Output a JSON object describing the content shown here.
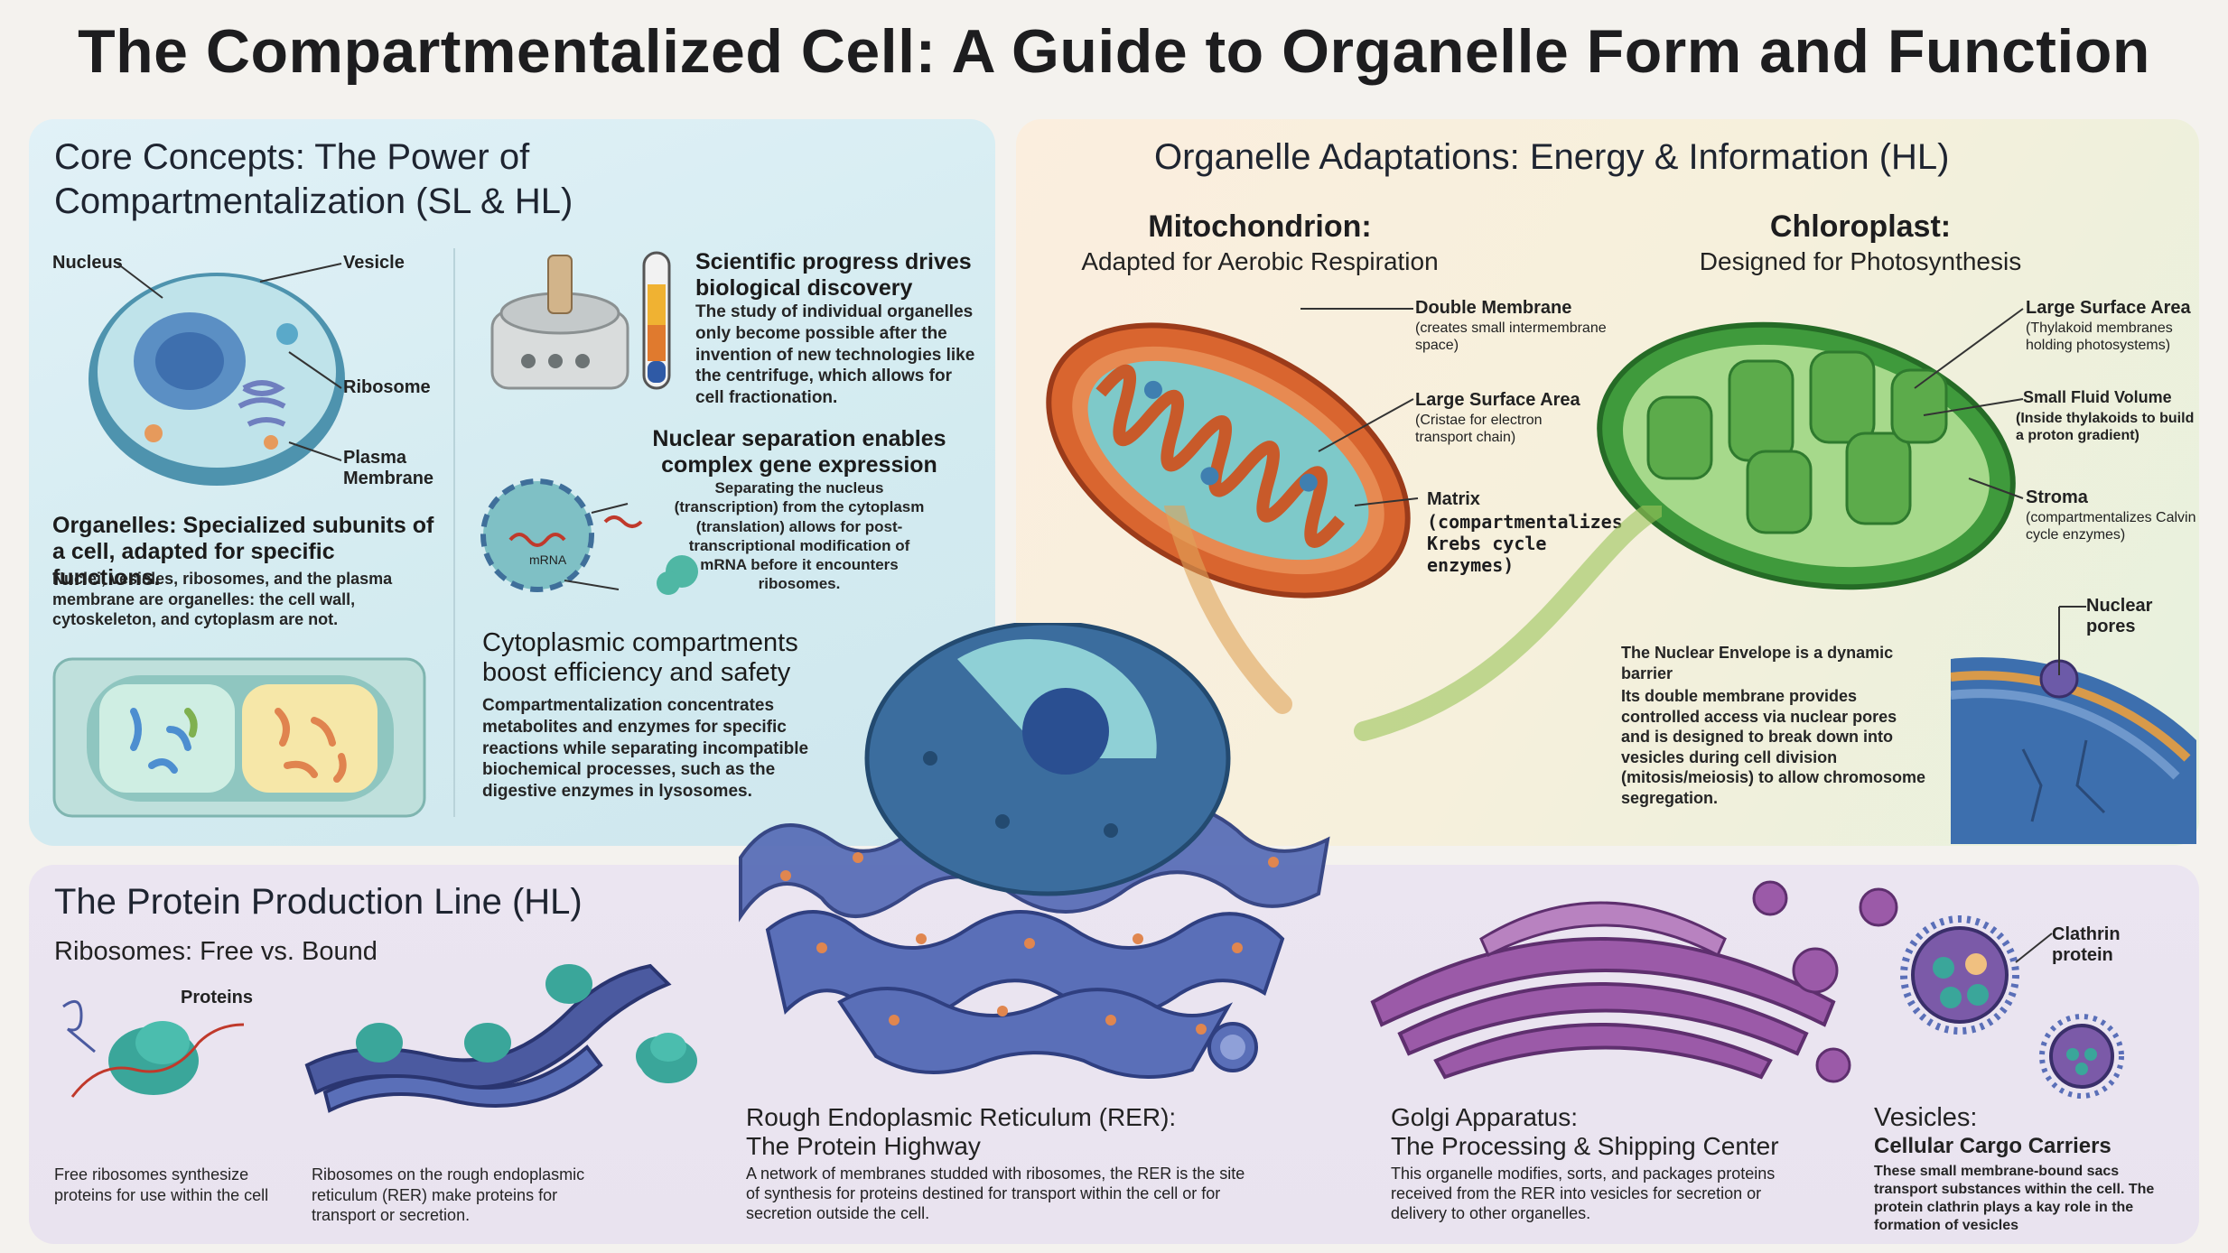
{
  "title": "The Compartmentalized Cell: A Guide to Organelle Form and Function",
  "core": {
    "heading": "Core Concepts: The Power of Compartmentalization (SL & HL)",
    "cell_labels": {
      "nucleus": "Nucleus",
      "vesicle": "Vesicle",
      "ribosome": "Ribosome",
      "plasma_membrane": "Plasma Membrane"
    },
    "organelles_title": "Organelles: Specialized subunits of a cell, adapted for specific functions.",
    "organelles_text": "Nuclei, vesicles, ribosomes, and the plasma membrane are organelles: the cell wall, cytoskeleton, and cytoplasm are not.",
    "progress_title": "Scientific progress drives biological discovery",
    "progress_text": "The study of individual organelles only become possible after the invention of new technologies like the centrifuge, which allows for cell fractionation.",
    "nuclear_title": "Nuclear separation enables complex gene expression",
    "nuclear_text": "Separating the nucleus (transcription) from the cytoplasm (translation) allows for post-transcriptional modification of mRNA before it encounters ribosomes.",
    "mrna_label": "mRNA",
    "cyto_title": "Cytoplasmic compartments boost efficiency and safety",
    "cyto_text": "Compartmentalization concentrates metabolites and enzymes for specific reactions while separating incompatible biochemical processes, such as the digestive enzymes in lysosomes."
  },
  "adapt": {
    "heading": "Organelle Adaptations: Energy & Information (HL)",
    "mito_title": "Mitochondrion:",
    "mito_sub": "Adapted for Aerobic Respiration",
    "mito_labels": [
      {
        "title": "Double Membrane",
        "desc": "(creates small intermembrane space)"
      },
      {
        "title": "Large Surface Area",
        "desc": "(Cristae for electron transport chain)"
      },
      {
        "title": "Matrix",
        "desc": "(compartmentalizes Krebs cycle enzymes)"
      }
    ],
    "chloro_title": "Chloroplast:",
    "chloro_sub": "Designed for Photosynthesis",
    "chloro_labels": [
      {
        "title": "Large Surface Area",
        "desc": "(Thylakoid membranes holding photosystems)"
      },
      {
        "title": "Small Fluid Volume",
        "desc": "(Inside thylakoids to build a proton gradient)"
      },
      {
        "title": "Stroma",
        "desc": "(compartmentalizes Calvin cycle enzymes)"
      }
    ],
    "nuclear_pores": "Nuclear pores",
    "envelope_title": "The Nuclear Envelope is a dynamic barrier",
    "envelope_text": "Its double membrane provides controlled access via nuclear pores and is designed to break down into vesicles during cell division (mitosis/meiosis) to allow chromosome segregation."
  },
  "protein": {
    "heading": "The Protein Production Line (HL)",
    "ribo_heading": "Ribosomes: Free vs. Bound",
    "proteins_label": "Proteins",
    "free_text": "Free ribosomes synthesize proteins for use within the cell",
    "bound_text": "Ribosomes on the rough endoplasmic reticulum (RER) make proteins for transport or secretion.",
    "rer_title": "Rough Endoplasmic Reticulum (RER):",
    "rer_sub": "The Protein Highway",
    "rer_text": "A network of membranes studded with ribosomes, the RER is the site of synthesis for proteins destined for transport within the cell or for secretion outside the cell.",
    "golgi_title": "Golgi Apparatus:",
    "golgi_sub": "The Processing & Shipping Center",
    "golgi_text": "This organelle modifies, sorts, and packages proteins received from the RER into vesicles for secretion or delivery to other organelles.",
    "ves_title": "Vesicles:",
    "ves_sub": "Cellular Cargo Carriers",
    "ves_text": "These small membrane-bound sacs transport substances within the cell. The protein clathrin plays a kay role in the formation of vesicles",
    "clathrin_label": "Clathrin protein"
  }
}
